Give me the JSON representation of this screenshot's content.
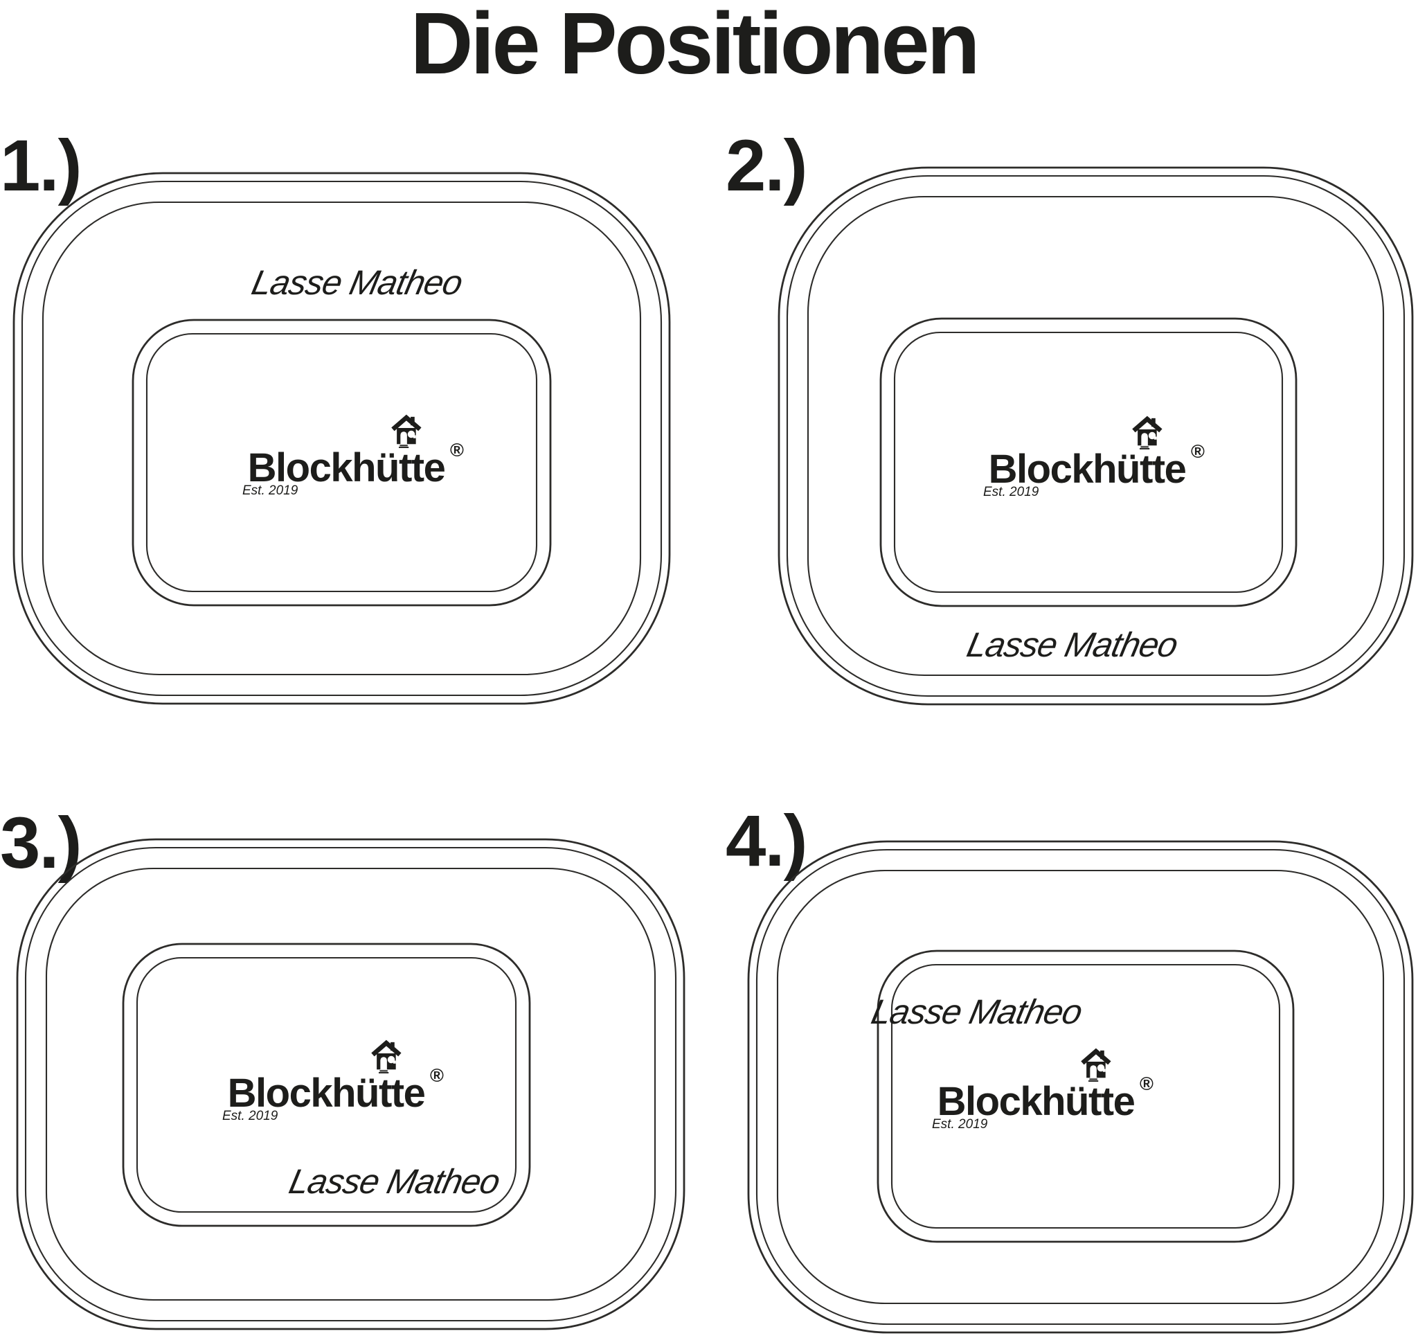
{
  "title": "Die Positionen",
  "engraving_name": "Lasse Matheo",
  "brand": {
    "word": "Blockhütte",
    "reg": "®",
    "est": "Est. 2019"
  },
  "boxes": [
    {
      "label": "1.)"
    },
    {
      "label": "2.)"
    },
    {
      "label": "3.)"
    },
    {
      "label": "4.)"
    }
  ],
  "colors": {
    "ink": "#1d1d1b",
    "line": "#2d2c2a",
    "background": "#ffffff"
  }
}
